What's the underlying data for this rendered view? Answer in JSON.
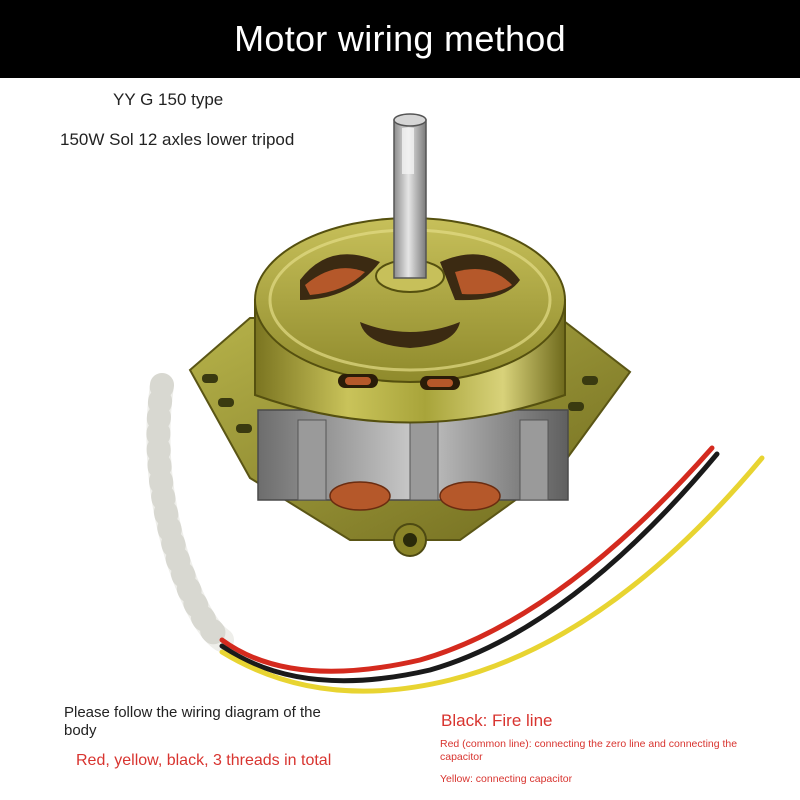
{
  "header": {
    "title": "Motor wiring method"
  },
  "product": {
    "model": "YY G 150 type",
    "spec": "150W Sol 12 axles lower tripod"
  },
  "illustration": {
    "subject": "washing-machine-motor-icon",
    "colors": {
      "housing": "#a8a43a",
      "copper": "#b5582a",
      "shaft": "#b8b8b8",
      "wire_red": "#d42a1e",
      "wire_black": "#1a1a1a",
      "wire_yellow": "#e8d431",
      "sleeve": "#eeeeea"
    }
  },
  "notes": {
    "instruction": "Please follow the wiring diagram of the body",
    "wire_summary": "Red, yellow, black, 3 threads in total",
    "black": "Black: Fire line",
    "red": "Red (common line): connecting the zero line and connecting the capacitor",
    "yellow": "Yellow: connecting capacitor"
  }
}
